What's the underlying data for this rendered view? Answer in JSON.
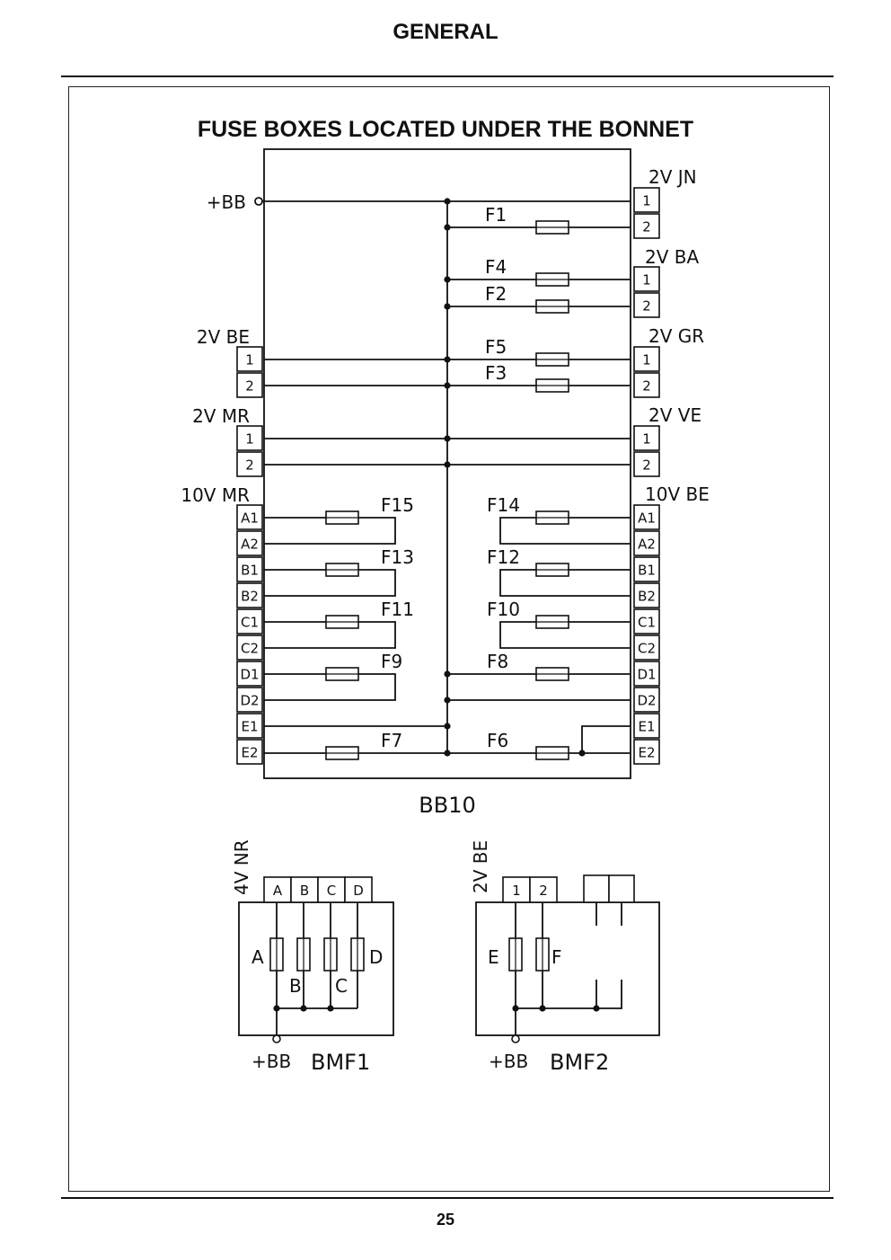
{
  "header": {
    "title": "GENERAL"
  },
  "diagram": {
    "title": "FUSE BOXES LOCATED UNDER THE BONNET",
    "main_box": {
      "label": "BB10",
      "supply": "+BB",
      "left_connectors": [
        {
          "label": "2V BE",
          "pins": [
            "1",
            "2"
          ]
        },
        {
          "label": "2V MR",
          "pins": [
            "1",
            "2"
          ]
        },
        {
          "label": "10V MR",
          "pins": [
            "A1",
            "A2",
            "B1",
            "B2",
            "C1",
            "C2",
            "D1",
            "D2",
            "E1",
            "E2"
          ]
        }
      ],
      "right_connectors": [
        {
          "label": "2V JN",
          "pins": [
            "1",
            "2"
          ]
        },
        {
          "label": "2V BA",
          "pins": [
            "1",
            "2"
          ]
        },
        {
          "label": "2V GR",
          "pins": [
            "1",
            "2"
          ]
        },
        {
          "label": "2V VE",
          "pins": [
            "1",
            "2"
          ]
        },
        {
          "label": "10V BE",
          "pins": [
            "A1",
            "A2",
            "B1",
            "B2",
            "C1",
            "C2",
            "D1",
            "D2",
            "E1",
            "E2"
          ]
        }
      ],
      "fuses": [
        "F1",
        "F2",
        "F3",
        "F4",
        "F5",
        "F6",
        "F7",
        "F8",
        "F9",
        "F10",
        "F11",
        "F12",
        "F13",
        "F14",
        "F15"
      ]
    },
    "bmf1": {
      "label": "BMF1",
      "supply": "+BB",
      "connector_label": "4V NR",
      "pins": [
        "A",
        "B",
        "C",
        "D"
      ],
      "fuses": [
        "A",
        "B",
        "C",
        "D"
      ]
    },
    "bmf2": {
      "label": "BMF2",
      "supply": "+BB",
      "connector_label": "2V BE",
      "pins": [
        "1",
        "2"
      ],
      "fuses": [
        "E",
        "F"
      ]
    }
  },
  "footer": {
    "page_number": "25"
  }
}
